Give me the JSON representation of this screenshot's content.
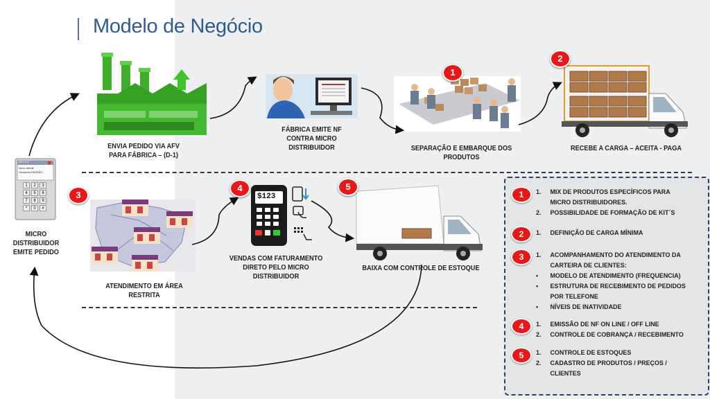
{
  "title": "Modelo de Negócio",
  "flow": {
    "step_factory_label": [
      "ENVIA PEDIDO VIA AFV",
      "PARA FÁBRICA – (D-1)"
    ],
    "step_invoice_label": [
      "FÁBRICA EMITE NF",
      "CONTRA MICRO",
      "DISTRIBUIDOR"
    ],
    "step_separation_label": [
      "SEPARAÇÃO E EMBARQUE DOS",
      "PRODUTOS"
    ],
    "step_receive_label": [
      "RECEBE A CARGA – ACEITA - PAGA"
    ],
    "step_micro_label": [
      "MICRO",
      "DISTRIBUIDOR",
      "EMITE PEDIDO"
    ],
    "step_area_label": [
      "ATENDIMENTO EM ÁREA",
      "RESTRITA"
    ],
    "step_sales_label": [
      "VENDAS COM FATURAMENTO",
      "DIRETO PELO MICRO",
      "DISTRIBUIDOR"
    ],
    "step_stock_label": [
      "BAIXA COM CONTROLE DE ESTOQUE"
    ]
  },
  "badges": [
    "1",
    "2",
    "3",
    "4",
    "5"
  ],
  "pos_screen_text": "$123",
  "phone_screen": {
    "header": "AFV 5.0",
    "line1": "Novo cliente",
    "line2": "Vendedor",
    "value": "PADRÃO",
    "keys": [
      "1",
      "2",
      "3",
      "4",
      "5",
      "6",
      "7",
      "8",
      "9",
      "*",
      "0",
      "#"
    ]
  },
  "panel": {
    "groups": [
      {
        "badge": "1",
        "items": [
          {
            "marker": "1.",
            "text": "MIX DE PRODUTOS ESPECÍFICOS PARA"
          },
          {
            "marker": "",
            "text": "MICRO DISTRIBUIDORES."
          },
          {
            "marker": "2.",
            "text": "POSSIBILIDADE DE FORMAÇÃO DE KIT´S"
          }
        ]
      },
      {
        "badge": "2",
        "items": [
          {
            "marker": "1.",
            "text": "DEFINIÇÃO DE CARGA MÍNIMA"
          }
        ]
      },
      {
        "badge": "3",
        "items": [
          {
            "marker": "1.",
            "text": "ACOMPANHAMENTO DO ATENDIMENTO DA"
          },
          {
            "marker": "",
            "text": "CARTEIRA DE CLIENTES:"
          },
          {
            "marker": "•",
            "text": "MODELO DE ATENDIMENTO (FREQUENCIA)"
          },
          {
            "marker": "•",
            "text": "ESTRUTURA DE RECEBIMENTO DE PEDIDOS"
          },
          {
            "marker": "",
            "text": "POR TELEFONE"
          },
          {
            "marker": "•",
            "text": "NÍVEIS DE INATIVIDADE"
          }
        ]
      },
      {
        "badge": "4",
        "items": [
          {
            "marker": "1.",
            "text": "EMISSÃO DE NF ON LINE / OFF LINE"
          },
          {
            "marker": "2.",
            "text": "CONTROLE DE COBRANÇA / RECEBIMENTO"
          }
        ]
      },
      {
        "badge": "5",
        "items": [
          {
            "marker": "1.",
            "text": "CONTROLE DE ESTOQUES"
          },
          {
            "marker": "2.",
            "text": "CADASTRO DE PRODUTOS / PREÇOS /"
          },
          {
            "marker": "",
            "text": "CLIENTES"
          }
        ]
      }
    ]
  },
  "colors": {
    "title": "#2f5a94",
    "badge": "#e81818",
    "panel_border": "#23406e",
    "factory": "#3fae2a"
  }
}
